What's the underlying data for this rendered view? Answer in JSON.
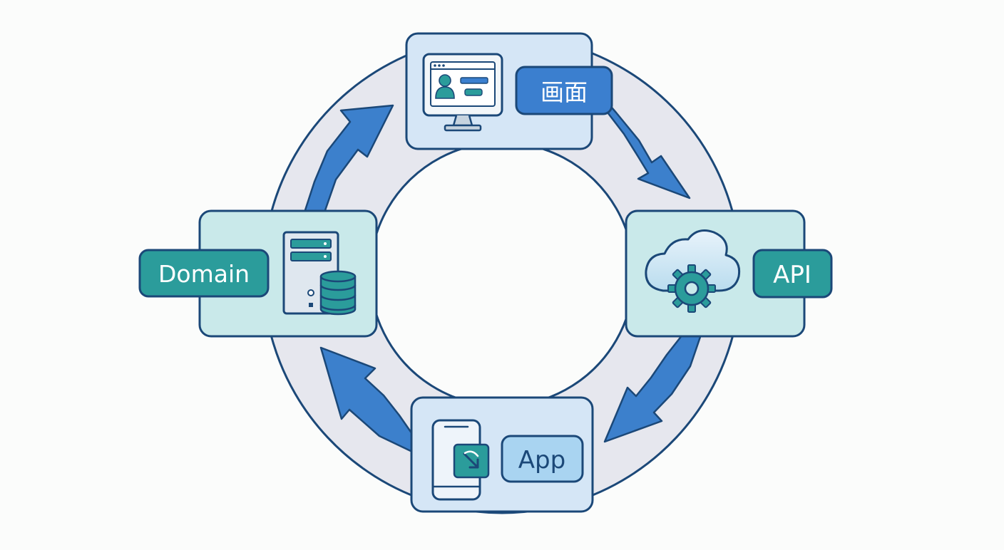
{
  "nodes": {
    "screen": {
      "label": "画面"
    },
    "api": {
      "label": "API"
    },
    "app": {
      "label": "App"
    },
    "domain": {
      "label": "Domain"
    }
  },
  "colors": {
    "ring_fill": "#e6e7ee",
    "ring_stroke": "#1b4878",
    "arrow": "#3c80cc",
    "screen_card": "#d5e6f6",
    "api_card": "#c9e9ea",
    "app_card": "#d5e6f6",
    "domain_card": "#c9e9ea",
    "screen_badge": "#3b7fcf",
    "api_badge": "#2b9c9b",
    "app_badge": "#a9d4f1",
    "domain_badge": "#2b9c9b"
  },
  "icons": {
    "screen": "monitor-profile-icon",
    "api": "cloud-gear-icon",
    "app": "phone-sync-icon",
    "domain": "server-database-icon"
  }
}
